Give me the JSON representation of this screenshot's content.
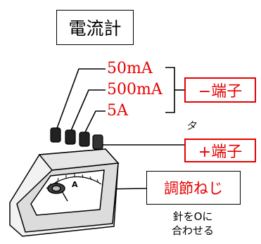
{
  "title": "電流計",
  "ranges": {
    "r50mA": "50mA",
    "r500mA": "500mA",
    "r5A": "5A"
  },
  "terminals": {
    "minus": "−端子",
    "plus": "+端子",
    "plus_small_mark": "タ"
  },
  "adjust": {
    "label": "調節ねじ",
    "note_line1": "針をOに",
    "note_line2": "合わせる"
  },
  "meter_face_letter": "A",
  "colors": {
    "label_red": "#e60000",
    "line_black": "#000000"
  }
}
